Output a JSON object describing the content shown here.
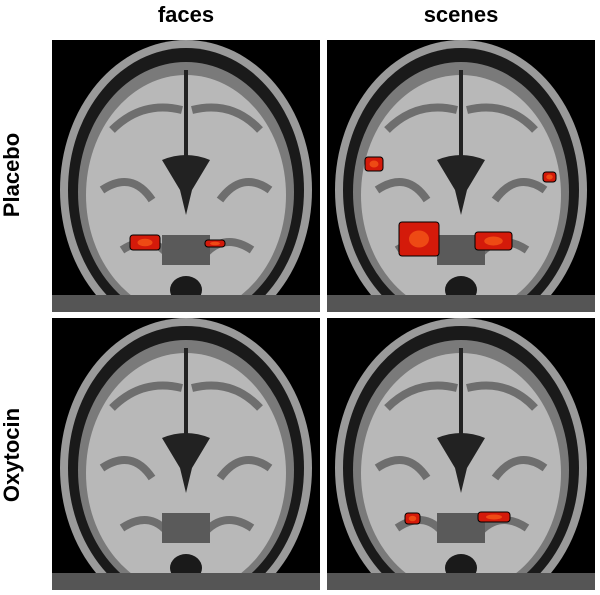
{
  "columns": [
    "faces",
    "scenes"
  ],
  "rows": [
    "Placebo",
    "Oxytocin"
  ],
  "colors": {
    "activation": "#d41a0a",
    "activation_core": "#ff6a1a"
  }
}
